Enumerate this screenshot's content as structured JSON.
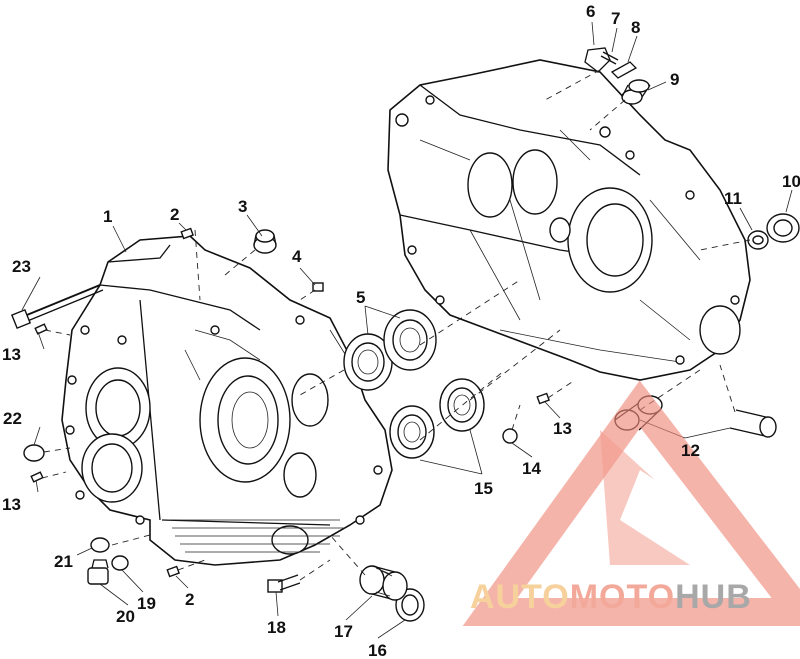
{
  "diagram": {
    "labels": [
      "1",
      "2",
      "3",
      "4",
      "5",
      "6",
      "7",
      "8",
      "9",
      "10",
      "11",
      "12",
      "13",
      "13",
      "13",
      "14",
      "15",
      "16",
      "17",
      "18",
      "19",
      "20",
      "21",
      "22",
      "23",
      "2"
    ]
  },
  "watermark": {
    "part1": "AUTO",
    "part2": "MOTO",
    "part3": "HUB",
    "color_primary": "#f0a090",
    "color_secondary": "#f5c98a",
    "color_dark": "#a0a0a0"
  }
}
